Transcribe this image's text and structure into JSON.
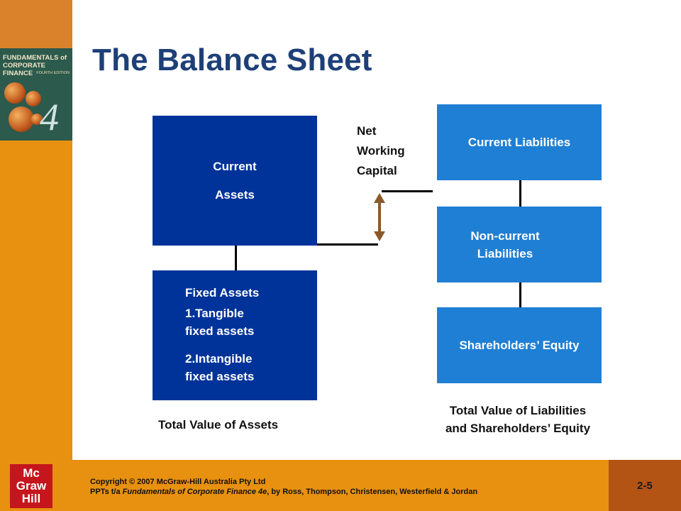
{
  "slide": {
    "title": "The Balance Sheet",
    "page_number": "2-5"
  },
  "book_cover": {
    "title_line1": "FUNDAMENTALS of",
    "title_line2": "CORPORATE FINANCE",
    "edition": "FOURTH EDITION",
    "number": "4"
  },
  "assets": {
    "current_line1": "Current",
    "current_line2": "Assets",
    "fixed_heading": "Fixed Assets",
    "fixed_item1_line1": "1.Tangible",
    "fixed_item1_line2": "fixed assets",
    "fixed_item2_line1": "2.Intangible",
    "fixed_item2_line2": "fixed assets",
    "total": "Total Value of Assets"
  },
  "nwc": {
    "line1": "Net",
    "line2": "Working",
    "line3": "Capital"
  },
  "liabilities": {
    "current": "Current Liabilities",
    "noncurrent_line1": "Non-current",
    "noncurrent_line2": "Liabilities",
    "equity": "Shareholders’ Equity",
    "total_line1": "Total Value of Liabilities",
    "total_line2": "and Shareholders’ Equity"
  },
  "footer": {
    "copyright_prefix": "Copyright ",
    "copyright_symbol": "©",
    "copyright_rest": " 2007 McGraw-Hill Australia Pty Ltd",
    "ppt_prefix": "PPTs t/a ",
    "ppt_book": "Fundamentals of Corporate Finance 4e",
    "ppt_suffix": ", by Ross, Thompson, Christensen, Westerfield & Jordan",
    "logo_line1": "Mc",
    "logo_line2": "Graw",
    "logo_line3": "Hill"
  },
  "colors": {
    "dark_box": "#003399",
    "light_box": "#1f7fd4",
    "orange": "#e8900f",
    "arrow": "#8b5a2b",
    "title": "#1e3f78"
  }
}
